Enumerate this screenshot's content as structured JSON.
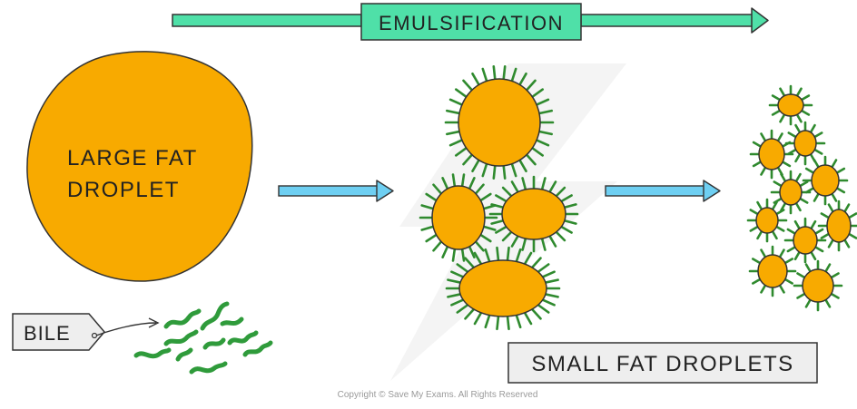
{
  "banner": {
    "label": "EMULSIFICATION"
  },
  "large_droplet": {
    "line1": "LARGE FAT",
    "line2": "DROPLET"
  },
  "bile": {
    "label": "BILE"
  },
  "small_droplets": {
    "label": "SMALL FAT DROPLETS"
  },
  "copyright": "Copyright © Save My Exams. All Rights Reserved",
  "colors": {
    "fat": "#f8aa00",
    "bile_green": "#2f9b3b",
    "spike_green": "#2f8a2e",
    "banner_fill": "#4fe0a8",
    "arrow_blue": "#6ecff2",
    "outline": "#333333",
    "label_fill": "#eeeeee"
  },
  "icons": [
    "emulsification-arrow-icon",
    "process-arrow-icon",
    "bile-molecule-icon",
    "fat-droplet-icon"
  ]
}
